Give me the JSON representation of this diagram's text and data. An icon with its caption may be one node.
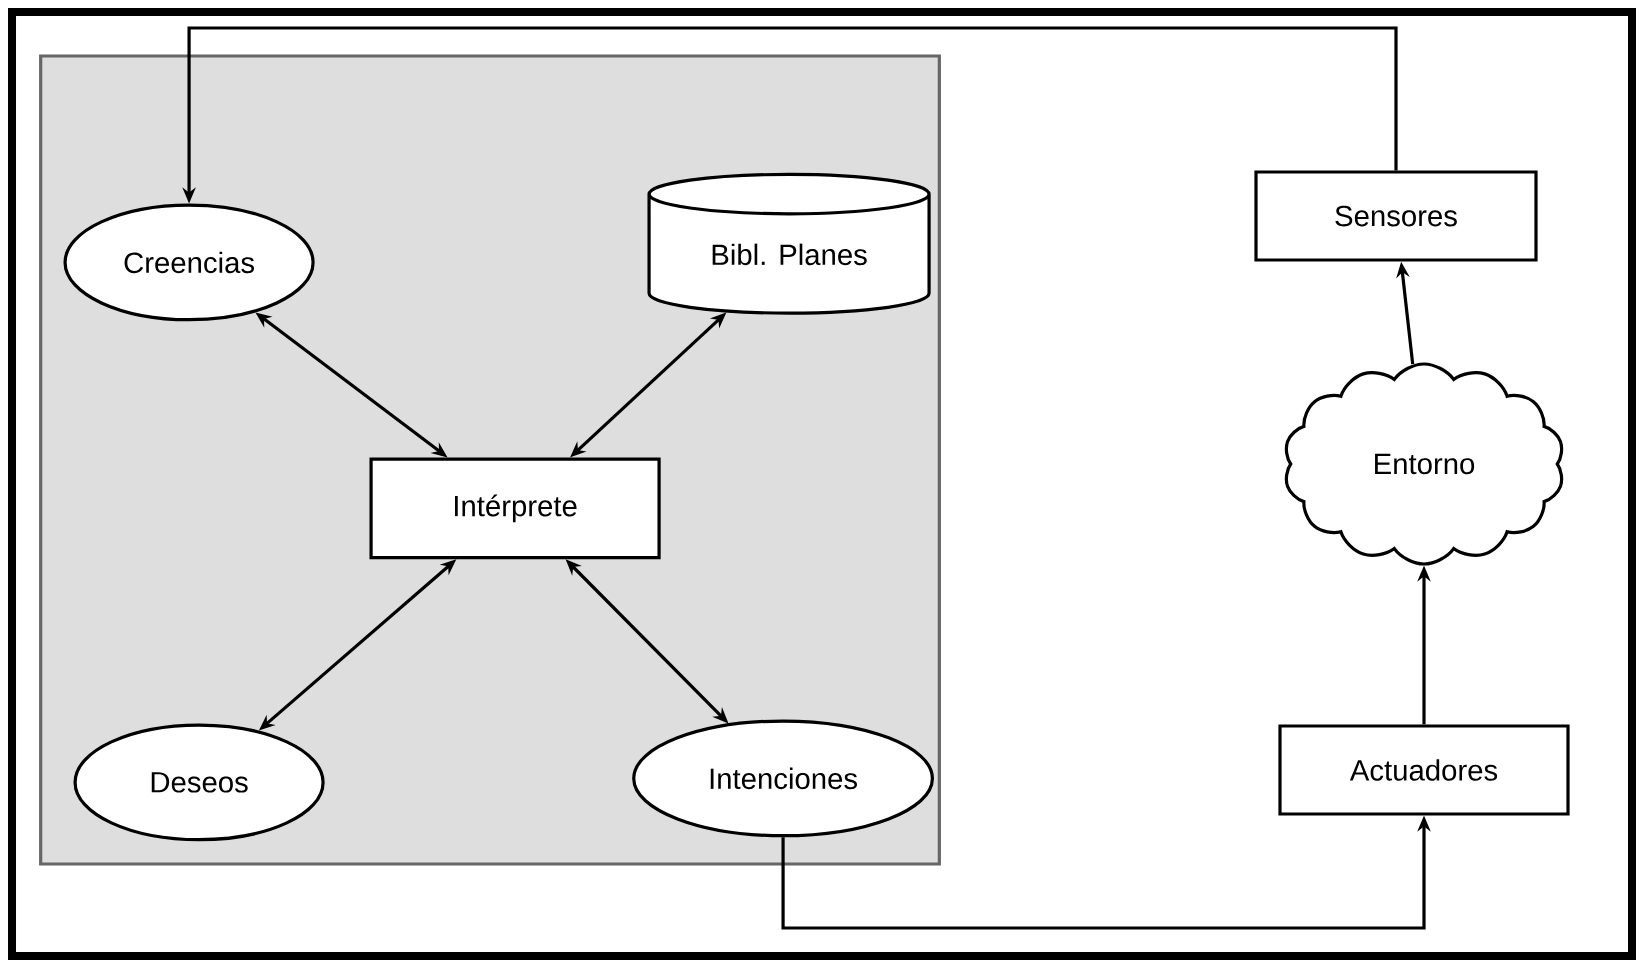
{
  "diagram": {
    "nodes": [
      {
        "text": [],
        "shape": "box"
      },
      {
        "text": [
          "Creencias"
        ],
        "in": 0
      },
      {
        "text": [
          "Bibl. Planes"
        ],
        "in": 0
      },
      {
        "text": [
          "Intérprete"
        ],
        "in": 0
      },
      {
        "text": [
          "Deseos"
        ],
        "in": 0
      },
      {
        "text": [
          "Intenciones"
        ],
        "in": 0
      },
      {
        "text": [
          "Sensores"
        ]
      },
      {
        "text": [
          "Entorno"
        ]
      },
      {
        "text": [
          "Actuadores"
        ]
      }
    ],
    "edges": [
      {
        "from": 1,
        "to": 3,
        "arrow": "both"
      },
      {
        "from": 2,
        "to": 3,
        "arrow": "both"
      },
      {
        "from": 3,
        "to": 4,
        "arrow": "both"
      },
      {
        "from": 3,
        "to": 5,
        "arrow": "both"
      },
      {
        "from": 6,
        "to": 1,
        "arrow": "to"
      },
      {
        "from": 5,
        "to": 8,
        "arrow": "to"
      },
      {
        "from": 8,
        "to": 7,
        "arrow": "to"
      },
      {
        "from": 7,
        "to": 6,
        "arrow": "to"
      }
    ]
  }
}
